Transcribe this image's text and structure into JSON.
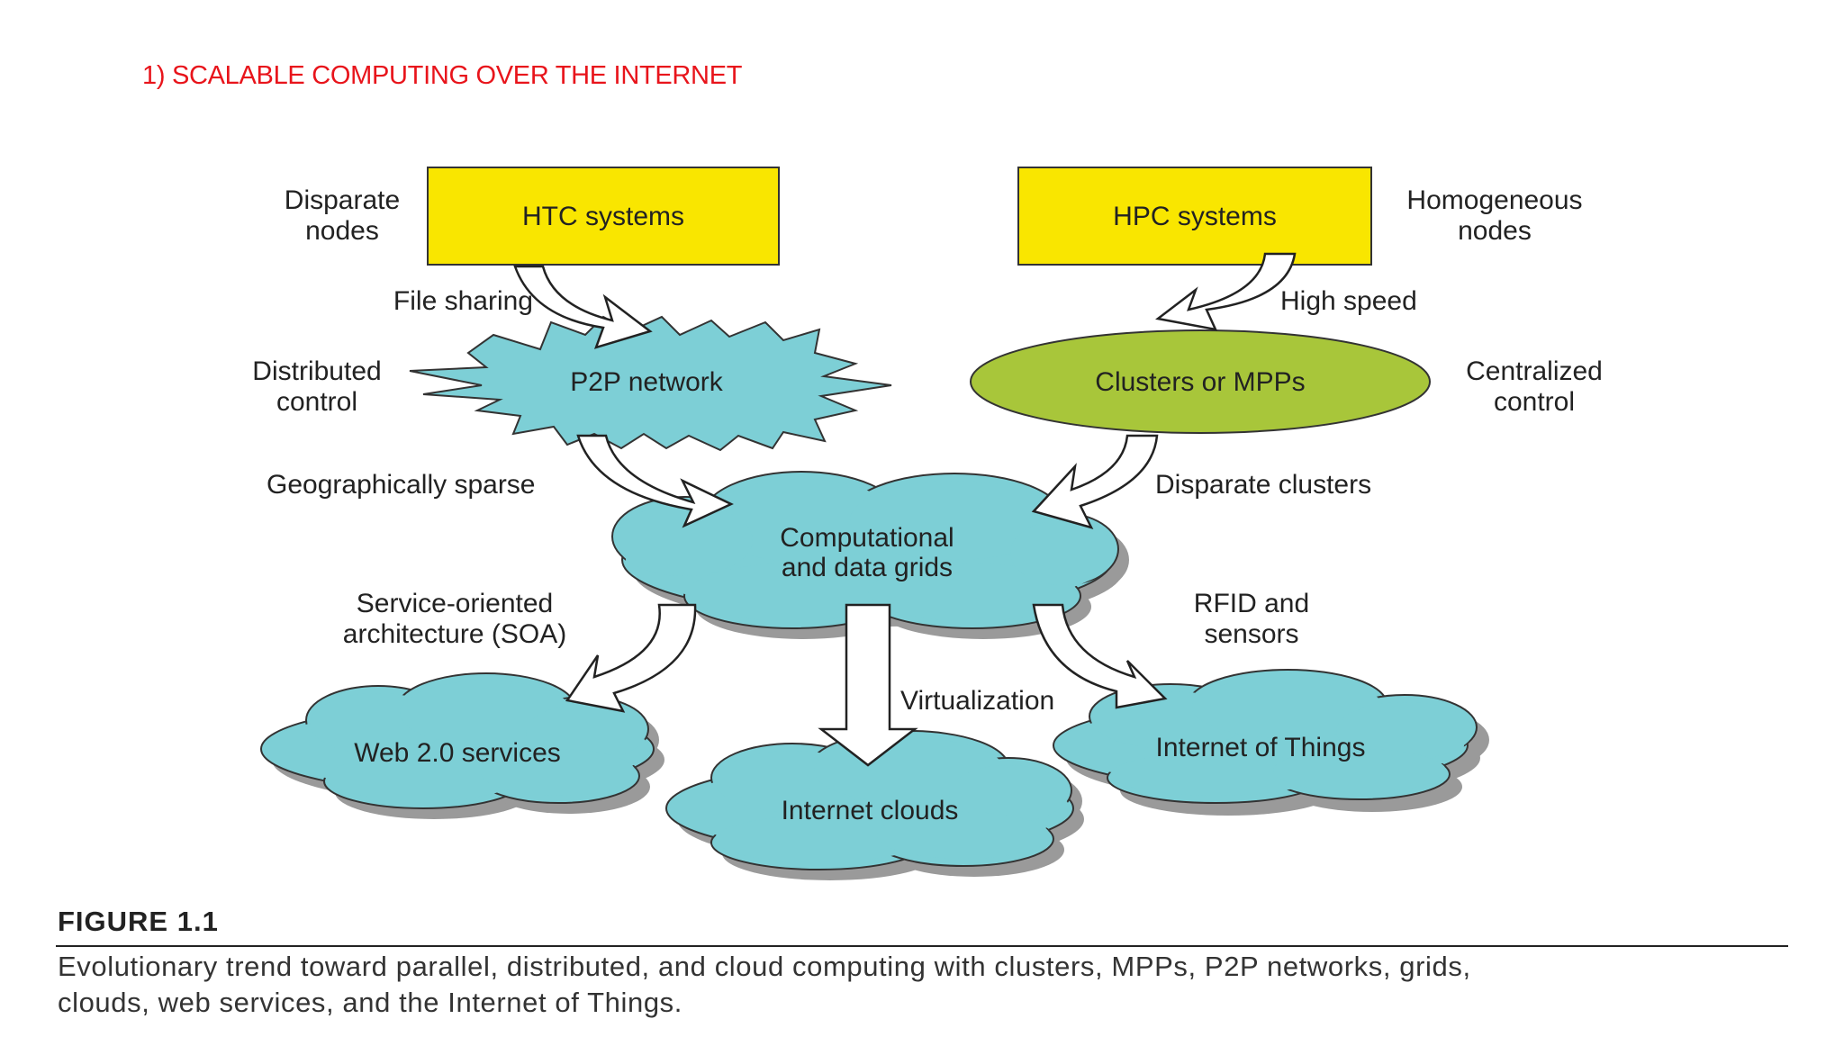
{
  "page": {
    "heading": "1) SCALABLE COMPUTING OVER THE INTERNET",
    "heading_color": "#e8141b"
  },
  "diagram": {
    "nodes": {
      "htc": "HTC systems",
      "hpc": "HPC systems",
      "p2p": "P2P network",
      "clusters": "Clusters or MPPs",
      "grids_line1": "Computational",
      "grids_line2": "and data grids",
      "web": "Web 2.0 services",
      "clouds": "Internet clouds",
      "iot": "Internet of Things"
    },
    "labels": {
      "disparate_nodes_1": "Disparate",
      "disparate_nodes_2": "nodes",
      "homogeneous_nodes_1": "Homogeneous",
      "homogeneous_nodes_2": "nodes",
      "file_sharing": "File sharing",
      "high_speed": "High speed",
      "distributed_control_1": "Distributed",
      "distributed_control_2": "control",
      "centralized_control_1": "Centralized",
      "centralized_control_2": "control",
      "geographically_sparse": "Geographically sparse",
      "disparate_clusters": "Disparate clusters",
      "soa_1": "Service-oriented",
      "soa_2": "architecture (SOA)",
      "rfid_1": "RFID and",
      "rfid_2": "sensors",
      "virtualization": "Virtualization"
    },
    "colors": {
      "box_yellow": "#f9e600",
      "cloud_blue": "#7dcfd6",
      "ellipse_green": "#a8c63a",
      "shadow": "#9a9a9a"
    }
  },
  "figure": {
    "label": "FIGURE 1.1",
    "caption_line1": "Evolutionary trend toward parallel, distributed, and cloud computing with clusters, MPPs, P2P networks, grids,",
    "caption_line2": "clouds, web services, and the Internet of Things."
  }
}
